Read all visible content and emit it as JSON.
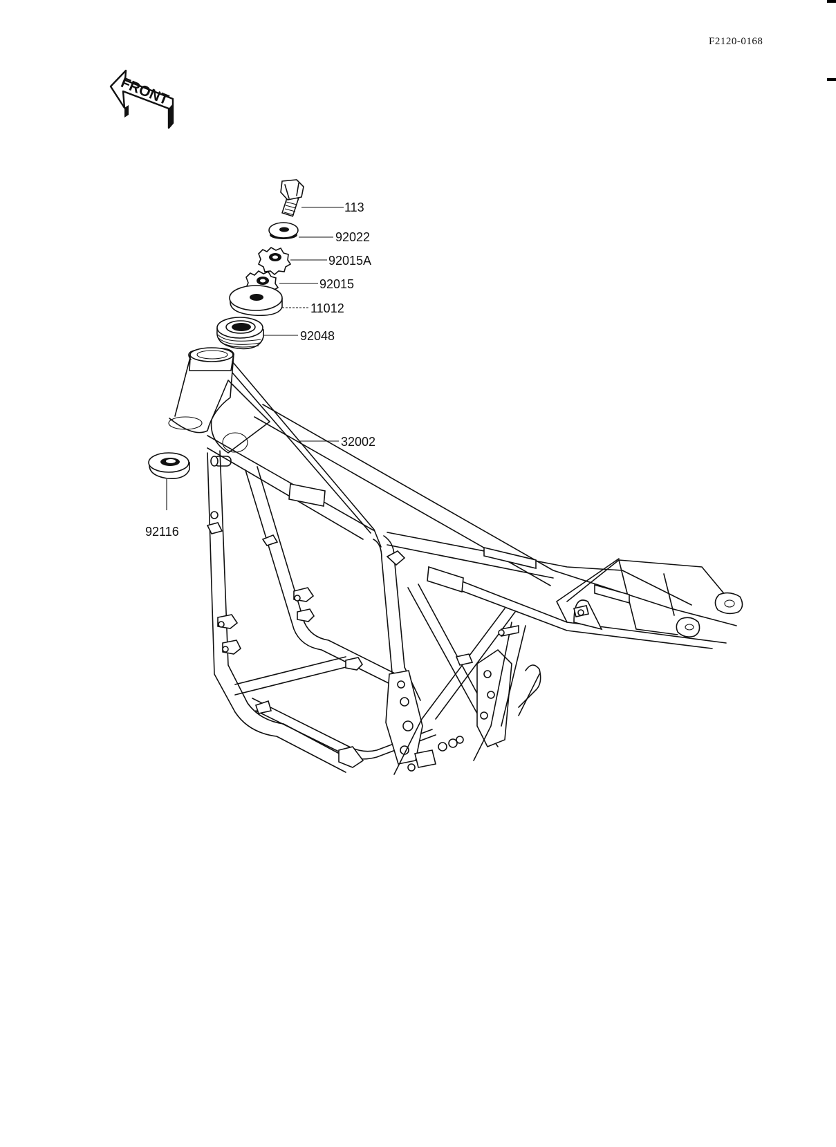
{
  "diagram_code": "F2120-0168",
  "front_label": "FRONT",
  "parts": [
    {
      "number": "113",
      "name": "bolt-icon"
    },
    {
      "number": "92022",
      "name": "washer-icon"
    },
    {
      "number": "92015A",
      "name": "lock-nut-icon"
    },
    {
      "number": "92015",
      "name": "nut-icon"
    },
    {
      "number": "11012",
      "name": "cap-icon"
    },
    {
      "number": "92048",
      "name": "bearing-icon"
    },
    {
      "number": "32002",
      "name": "frame-icon"
    },
    {
      "number": "92116",
      "name": "seal-icon"
    }
  ]
}
